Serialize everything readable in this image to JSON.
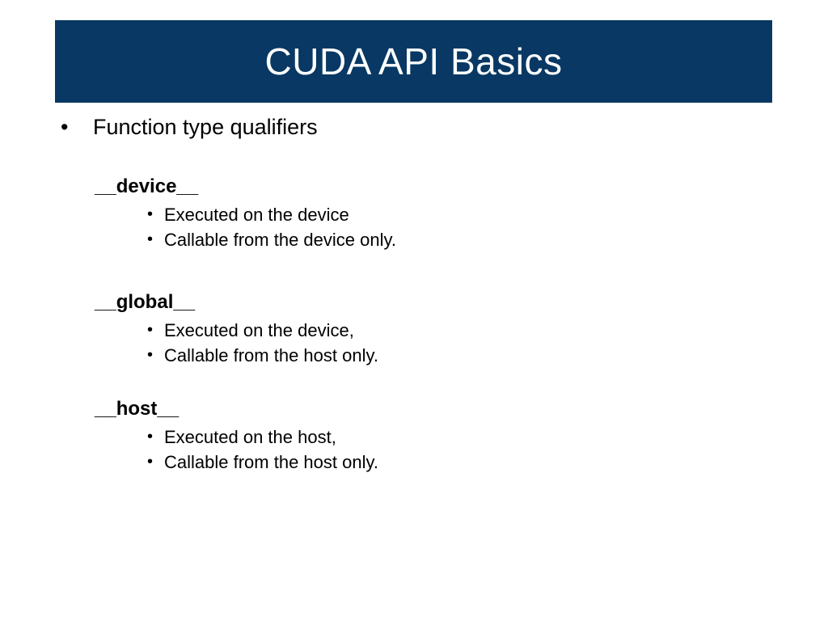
{
  "slide": {
    "title": "CUDA API Basics",
    "title_bar_color": "#083863",
    "title_text_color": "#ffffff",
    "background_color": "#ffffff",
    "text_color": "#000000"
  },
  "content": {
    "lvl1_bullet_glyph": "•",
    "sub_bullet_glyph": "•",
    "main_bullet": "Function type qualifiers",
    "groups": [
      {
        "heading": "__device__",
        "items": [
          "Executed on the device",
          "Callable from the device only."
        ]
      },
      {
        "heading": "__global__",
        "items": [
          "Executed on the device,",
          "Callable from the host only."
        ]
      },
      {
        "heading": "__host__",
        "items": [
          "Executed on the host,",
          "Callable from the host only."
        ]
      }
    ]
  }
}
